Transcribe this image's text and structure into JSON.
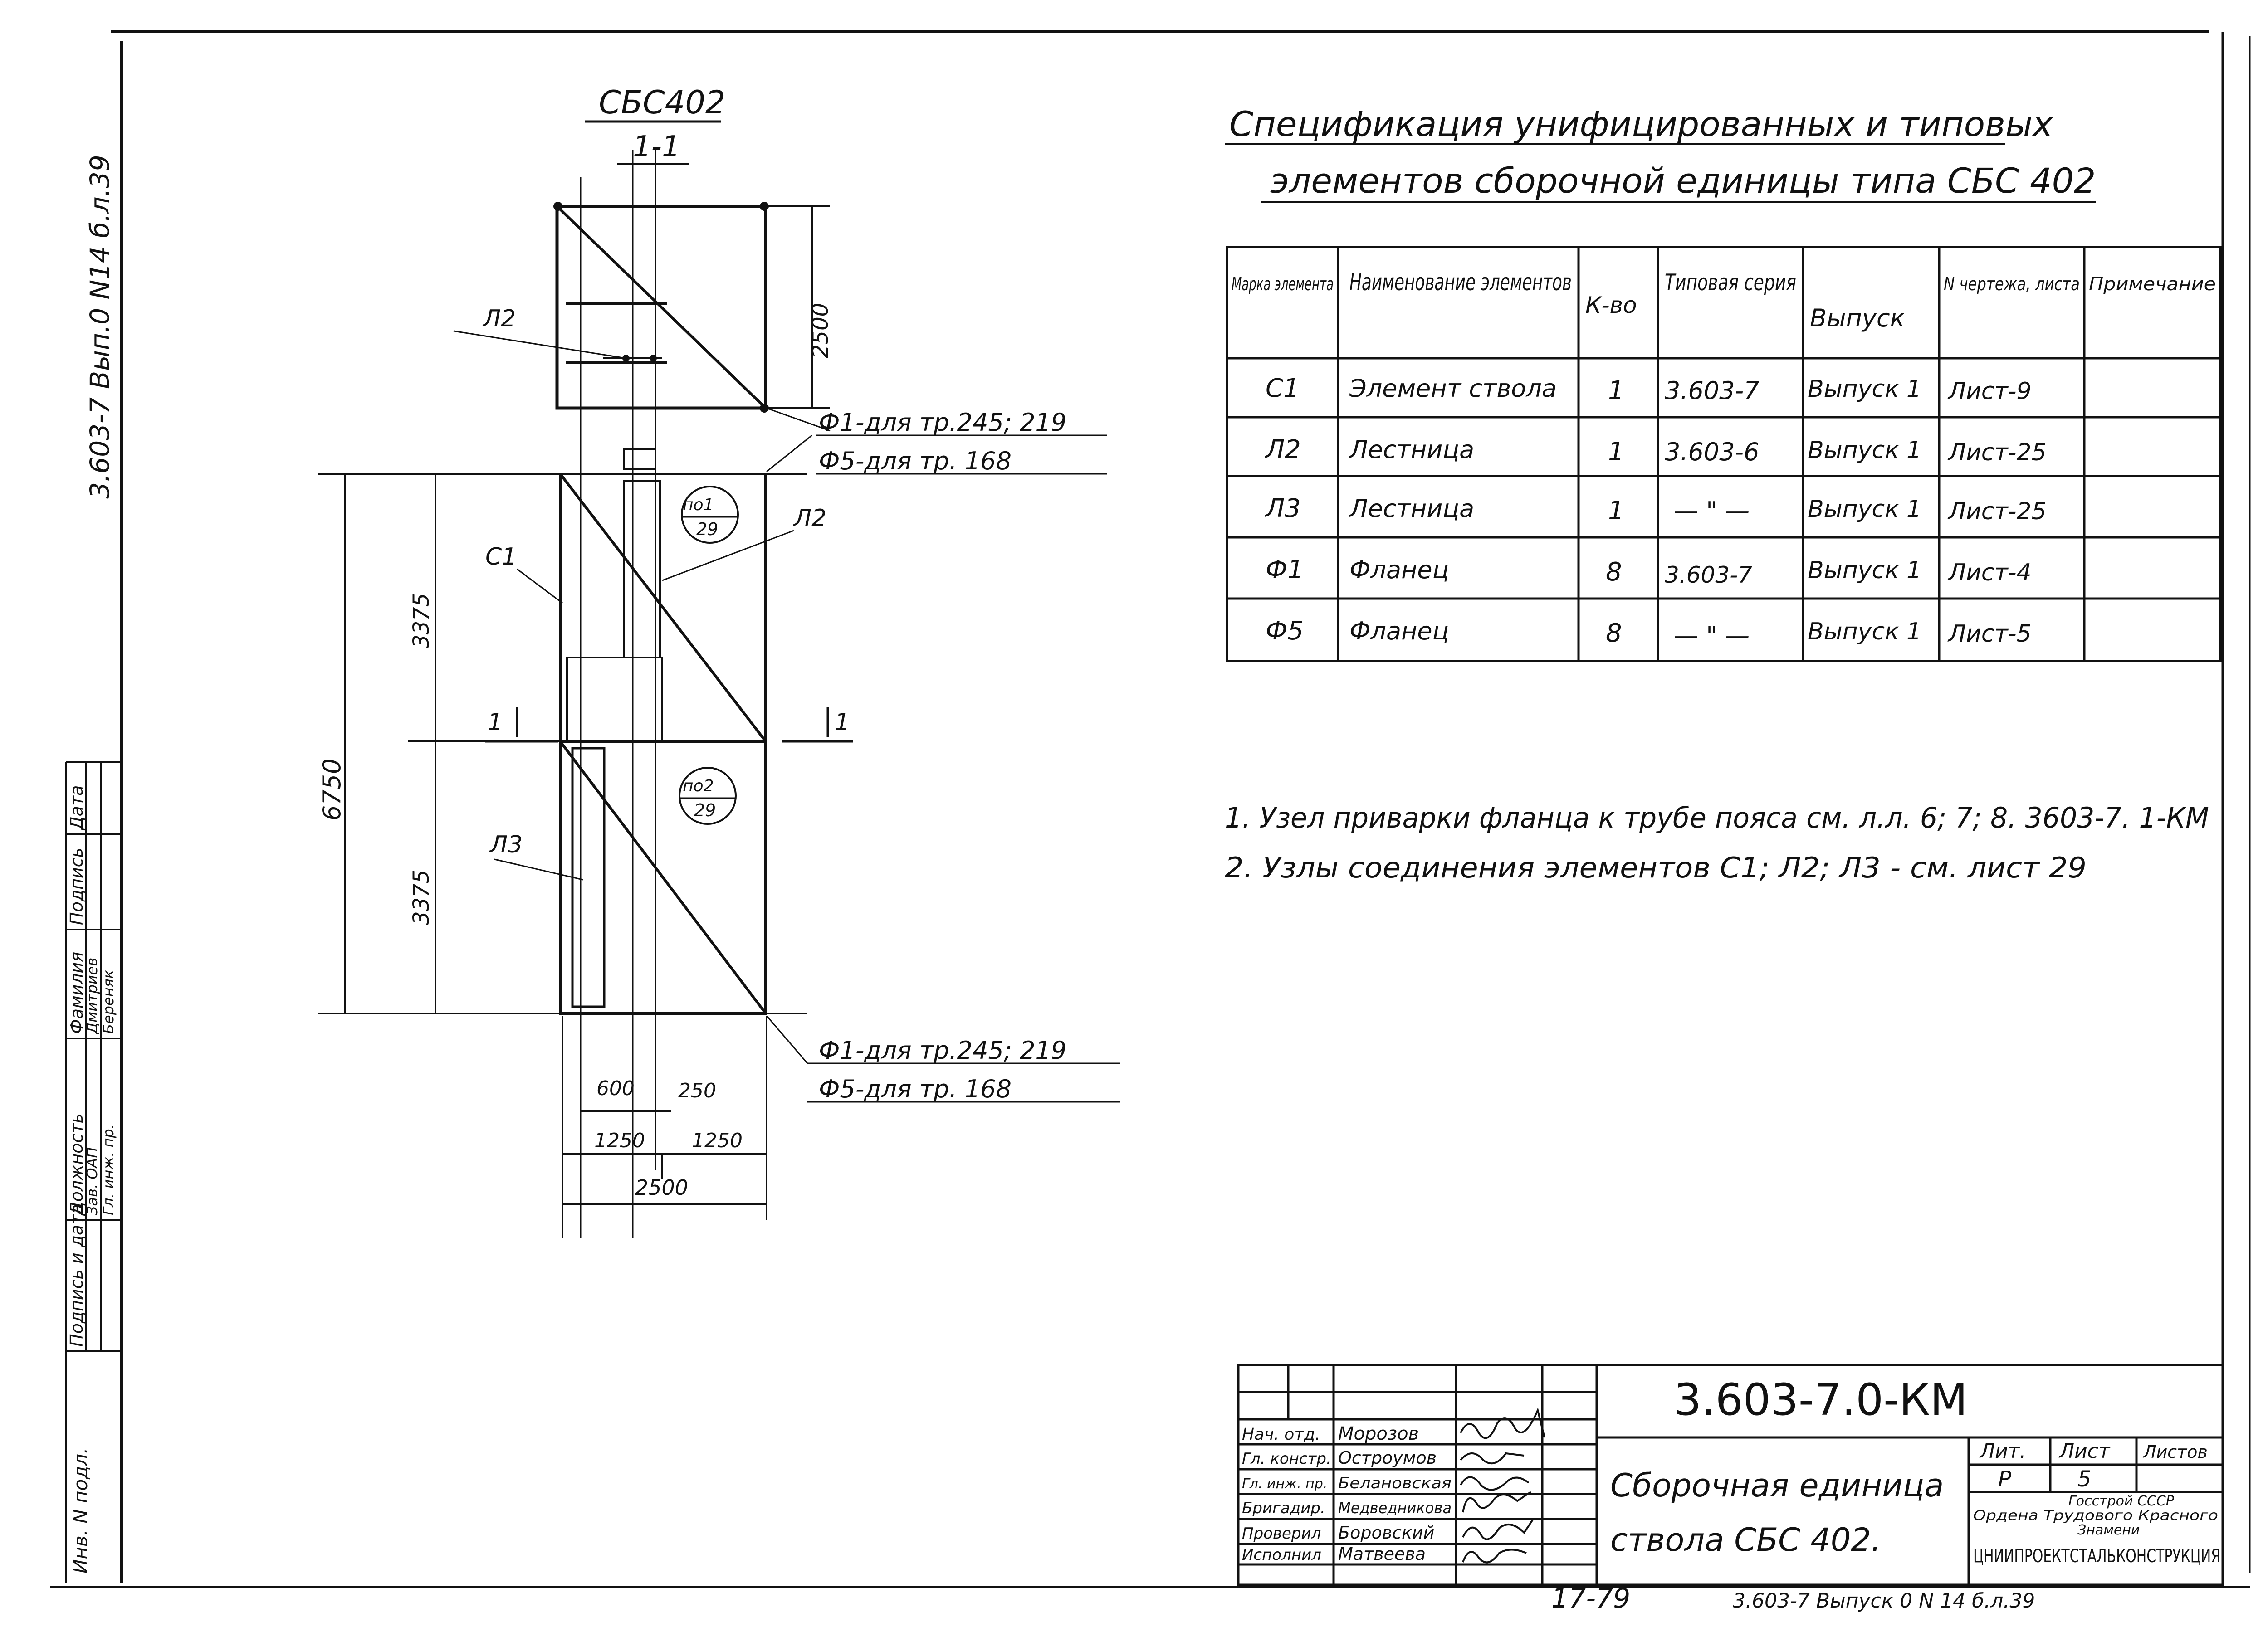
{
  "drawing": {
    "assembly_label": "СБС402",
    "section_label": "1-1",
    "dim_top_height": "2500",
    "dim_total_height": "6750",
    "dim_upper": "3375",
    "dim_lower": "3375",
    "dim_600": "600",
    "dim_250": "250",
    "dim_half_left": "1250",
    "dim_half_right": "1250",
    "dim_width": "2500",
    "section_mark_left": "1",
    "section_mark_right": "1",
    "labels": {
      "l2_top": "Л2",
      "l2_mid": "Л2",
      "c1": "С1",
      "l3": "Л3",
      "node1_top": "по1",
      "node1_bottom": "29",
      "node2_top": "по2",
      "node2_bottom": "29"
    },
    "flange_upper_1": "Ф1-для тр.245; 219",
    "flange_upper_2": "Ф5-для тр. 168",
    "flange_lower_1": "Ф1-для тр.245; 219",
    "flange_lower_2": "Ф5-для тр. 168"
  },
  "spec": {
    "title_line1": "Спецификация унифицированных и типовых",
    "title_line2": "элементов сборочной единицы типа СБС 402",
    "headers": [
      "Марка элемента",
      "Наименование элементов",
      "К-во",
      "Типовая серия",
      "Выпуск",
      "N чертежа, листа",
      "Примечание"
    ],
    "rows": [
      [
        "С1",
        "Элемент ствола",
        "1",
        "3.603-7",
        "Выпуск 1",
        "Лист-9",
        ""
      ],
      [
        "Л2",
        "Лестница",
        "1",
        "3.603-6",
        "Выпуск 1",
        "Лист-25",
        ""
      ],
      [
        "Л3",
        "Лестница",
        "1",
        "— \" —",
        "Выпуск 1",
        "Лист-25",
        ""
      ],
      [
        "Ф1",
        "Фланец",
        "8",
        "3.603-7",
        "Выпуск 1",
        "Лист-4",
        ""
      ],
      [
        "Ф5",
        "Фланец",
        "8",
        "— \" —",
        "Выпуск 1",
        "Лист-5",
        ""
      ]
    ]
  },
  "notes": [
    "1. Узел приварки фланца к трубе пояса см. л.л. 6; 7; 8. 3603-7. 1-КМ",
    "2. Узлы соединения элементов С1; Л2; Л3 - см. лист 29"
  ],
  "side_stamp": {
    "series_ref": "3.603-7 Вып.0 N14 б.л.39",
    "headers": [
      "Должность",
      "Фамилия",
      "Подпись",
      "Дата"
    ],
    "rows": [
      [
        "Зав. ОАП",
        "Дмитриев",
        "",
        ""
      ],
      [
        "Гл. инж. пр.",
        "Береняк",
        "",
        ""
      ]
    ],
    "sign_date_label": "Подпись и дата",
    "inv_label": "Инв. N подл."
  },
  "title_block": {
    "code": "3.603-7.0-КМ",
    "sheet_name_line1": "Сборочная единица",
    "sheet_name_line2": "ствола СБС 402.",
    "lit_label": "Лит.",
    "list_label": "Лист",
    "listov_label": "Листов",
    "lit_value": "Р",
    "list_value": "5",
    "org_line1": "Госстрой СССР",
    "org_line2": "Ордена Трудового Красного",
    "org_line3": "Знамени",
    "org_line4": "ЦНИИПРОЕКТСТАЛЬКОНСТРУКЦИЯ",
    "people": [
      [
        "Нач. отд.",
        "Морозов"
      ],
      [
        "Гл. констр.",
        "Остроумов"
      ],
      [
        "Гл. инж. пр.",
        "Белановская"
      ],
      [
        "Бригадир.",
        "Медведникова"
      ],
      [
        "Проверил",
        "Боровский"
      ],
      [
        "Исполнил",
        "Матвеева"
      ]
    ]
  },
  "footer": {
    "stamp_number": "17-79",
    "series_footer": "3.603-7 Выпуск 0 N 14 б.л.39"
  }
}
